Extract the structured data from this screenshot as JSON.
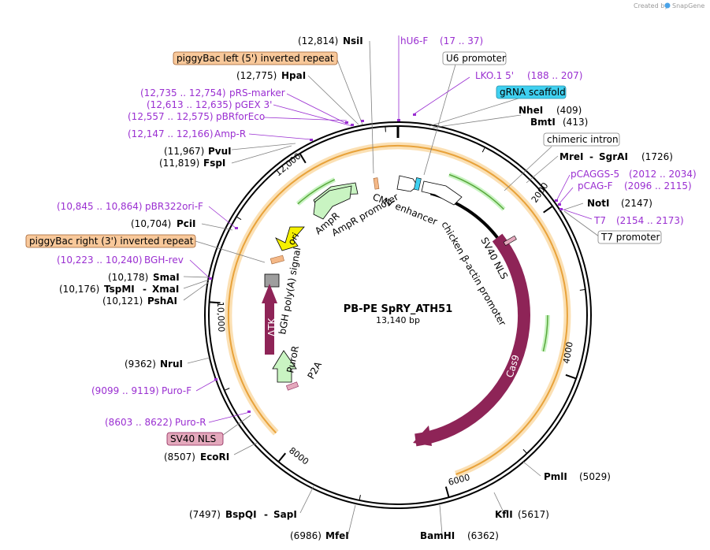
{
  "credit": {
    "prefix": "Created by",
    "brand": "SnapGene"
  },
  "plasmid": {
    "name": "PB-PE SpRY_ATH51",
    "size_label": "13,140 bp"
  },
  "ticks": [
    "2000",
    "4000",
    "6000",
    "8000",
    "10,000",
    "12,000"
  ],
  "enzymes": [
    {
      "pos": "(12,814)",
      "name": "NsiI"
    },
    {
      "pos": "(12,775)",
      "name": "HpaI"
    },
    {
      "pos": "(409)",
      "name": "NheI"
    },
    {
      "pos": "(413)",
      "name": "BmtI"
    },
    {
      "pos": "(1726)",
      "name": "MreI",
      "name2": "SgrAI"
    },
    {
      "pos": "(2147)",
      "name": "NotI"
    },
    {
      "pos": "(11,967)",
      "name": "PvuI"
    },
    {
      "pos": "(11,819)",
      "name": "FspI"
    },
    {
      "pos": "(10,704)",
      "name": "PciI"
    },
    {
      "pos": "(10,178)",
      "name": "SmaI"
    },
    {
      "pos": "(10,176)",
      "name": "TspMI",
      "name2": "XmaI"
    },
    {
      "pos": "(10,121)",
      "name": "PshAI"
    },
    {
      "pos": "(9362)",
      "name": "NruI"
    },
    {
      "pos": "(8507)",
      "name": "EcoRI"
    },
    {
      "pos": "(7497)",
      "name": "BspQI",
      "name2": "SapI"
    },
    {
      "pos": "(6986)",
      "name": "MfeI"
    },
    {
      "pos": "(6362)",
      "name": "BamHI"
    },
    {
      "pos": "(5617)",
      "name": "KflI"
    },
    {
      "pos": "(5029)",
      "name": "PmlI"
    }
  ],
  "primers": [
    {
      "name": "hU6-F",
      "range": "(17 .. 37)"
    },
    {
      "name": "LKO.1 5'",
      "range": "(188 .. 207)"
    },
    {
      "name": "pRS-marker",
      "range": "(12,735 .. 12,754)"
    },
    {
      "name": "pGEX 3'",
      "range": "(12,613 .. 12,635)"
    },
    {
      "name": "pBRforEco",
      "range": "(12,557 .. 12,575)"
    },
    {
      "name": "Amp-R",
      "range": "(12,147 .. 12,166)"
    },
    {
      "name": "pCAGGS-5",
      "range": "(2012 .. 2034)"
    },
    {
      "name": "pCAG-F",
      "range": "(2096 .. 2115)"
    },
    {
      "name": "T7",
      "range": "(2154 .. 2173)"
    },
    {
      "name": "pBR322ori-F",
      "range": "(10,845 .. 10,864)"
    },
    {
      "name": "BGH-rev",
      "range": "(10,223 .. 10,240)"
    },
    {
      "name": "Puro-F",
      "range": "(9099 .. 9119)"
    },
    {
      "name": "Puro-R",
      "range": "(8603 .. 8622)"
    }
  ],
  "boxed": [
    {
      "text": "piggyBac left (5') inverted repeat",
      "fill": "#f8c89a"
    },
    {
      "text": "U6 promoter",
      "fill": "#ffffff"
    },
    {
      "text": "gRNA scaffold",
      "fill": "#3fd0f0"
    },
    {
      "text": "chimeric intron",
      "fill": "#ffffff"
    },
    {
      "text": "T7 promoter",
      "fill": "#ffffff"
    },
    {
      "text": "piggyBac right (3') inverted repeat",
      "fill": "#f8c89a"
    },
    {
      "text": "SV40 NLS",
      "fill": "#e4a9bd"
    }
  ],
  "features": {
    "cmv": "CMV enhancer",
    "cba": "chicken β-actin promoter",
    "sv40_nls": "SV40 NLS",
    "ampr": "AmpR",
    "ampr_prom": "AmpR promoter",
    "ori": "ori",
    "bgh": "bGH poly(A) signal",
    "dtk": "ΔTK",
    "puror": "PuroR",
    "p2a": "P2A",
    "cas9": "Cas9"
  },
  "colors": {
    "cas9": "#8e2457",
    "dtk": "#8e2457",
    "ori": "#f5f000",
    "green": "#c9f4c2",
    "green_dark": "#5aa83d",
    "orange": "#e8a23a",
    "orange_halo": "#fbe0b4",
    "primer": "#9a2fd1",
    "gray": "#9e9e9e",
    "cyan": "#3fd0f0"
  }
}
